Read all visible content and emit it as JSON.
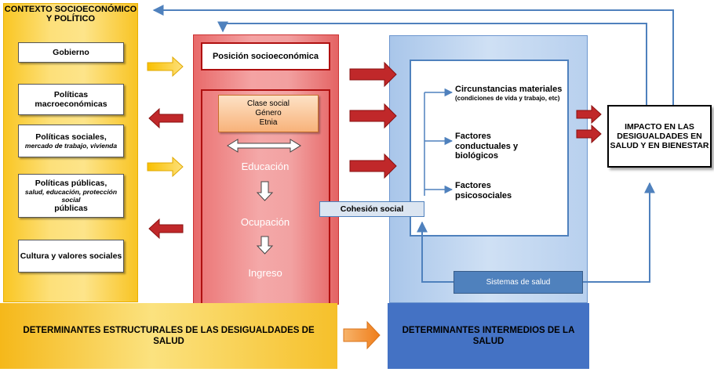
{
  "context": {
    "title": "CONTEXTO SOCIOECONÓMICO Y POLÍTICO",
    "items": [
      {
        "label": "Gobierno"
      },
      {
        "label": "Políticas macroeconómicas"
      },
      {
        "label": "Políticas sociales,",
        "sub": "mercado de trabajo, vivienda"
      },
      {
        "label": "Políticas públicas,",
        "sub": "salud, educación, protección social",
        "label2": "públicas"
      },
      {
        "label": "Cultura y valores sociales"
      }
    ]
  },
  "structural": {
    "position_label": "Posición socioeconómica",
    "class_lines": [
      "Clase social",
      "Género",
      "Etnia"
    ],
    "education": "Educación",
    "occupation": "Ocupación",
    "income": "Ingreso"
  },
  "intermediate": {
    "items": [
      {
        "label": "Circunstancias materiales",
        "sub": "(condiciones de vida y trabajo, etc)"
      },
      {
        "label": "Factores conductuales y biológicos"
      },
      {
        "label": "Factores psicosociales"
      }
    ],
    "cohesion": "Cohesión social",
    "health_systems": "Sistemas de salud"
  },
  "impact": {
    "label": "IMPACTO EN LAS DESIGUALDADES EN SALUD Y EN BIENESTAR"
  },
  "footer": {
    "structural": "DETERMINANTES ESTRUCTURALES DE LAS DESIGUALDADES DE SALUD",
    "intermediate": "DETERMINANTES INTERMEDIOS DE LA SALUD"
  },
  "colors": {
    "yellow_arrow": "#f9c000",
    "red_arrow": "#c0282a",
    "orange_arrow": "#f08a24",
    "blue_line": "#4f81bd"
  }
}
